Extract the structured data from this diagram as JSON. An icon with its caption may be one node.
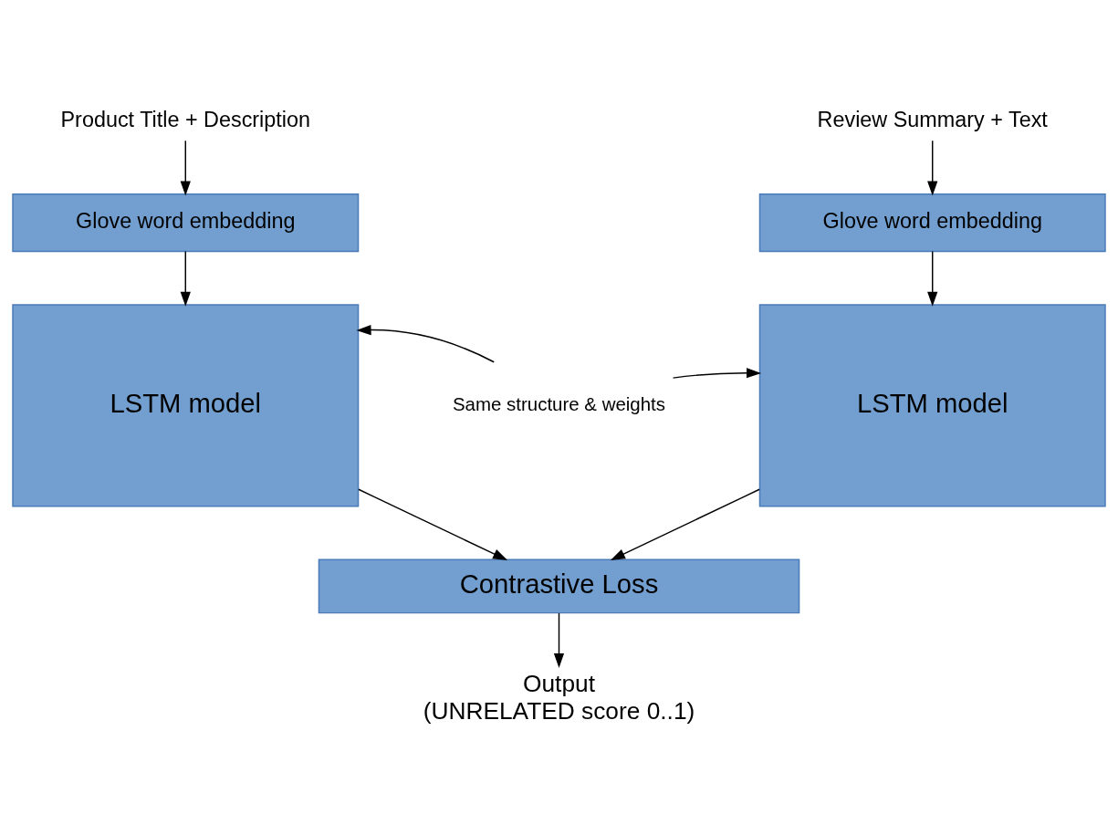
{
  "diagram": {
    "nodes": [
      {
        "text": [
          "Product Title + Description"
        ]
      },
      {
        "text": [
          "Review Summary + Text"
        ]
      },
      {
        "text": [
          "Glove word embedding"
        ]
      },
      {
        "text": [
          "Glove word embedding"
        ]
      },
      {
        "text": [
          "LSTM model"
        ]
      },
      {
        "text": [
          "Same structure & weights"
        ]
      },
      {
        "text": [
          "LSTM model"
        ]
      },
      {
        "text": [
          "Contrastive Loss"
        ]
      },
      {
        "text": [
          "Output",
          "(UNRELATED score 0..1)"
        ]
      }
    ],
    "edges": [
      {
        "from": 0,
        "to": 2,
        "arrow": "to"
      },
      {
        "from": 1,
        "to": 3,
        "arrow": "to"
      },
      {
        "from": 2,
        "to": 4,
        "arrow": "to"
      },
      {
        "from": 3,
        "to": 6,
        "arrow": "to"
      },
      {
        "from": 5,
        "to": 4,
        "arrow": "to"
      },
      {
        "from": 5,
        "to": 6,
        "arrow": "to"
      },
      {
        "from": 4,
        "to": 7,
        "arrow": "to"
      },
      {
        "from": 6,
        "to": 7,
        "arrow": "to"
      },
      {
        "from": 7,
        "to": 8,
        "arrow": "to"
      }
    ]
  }
}
